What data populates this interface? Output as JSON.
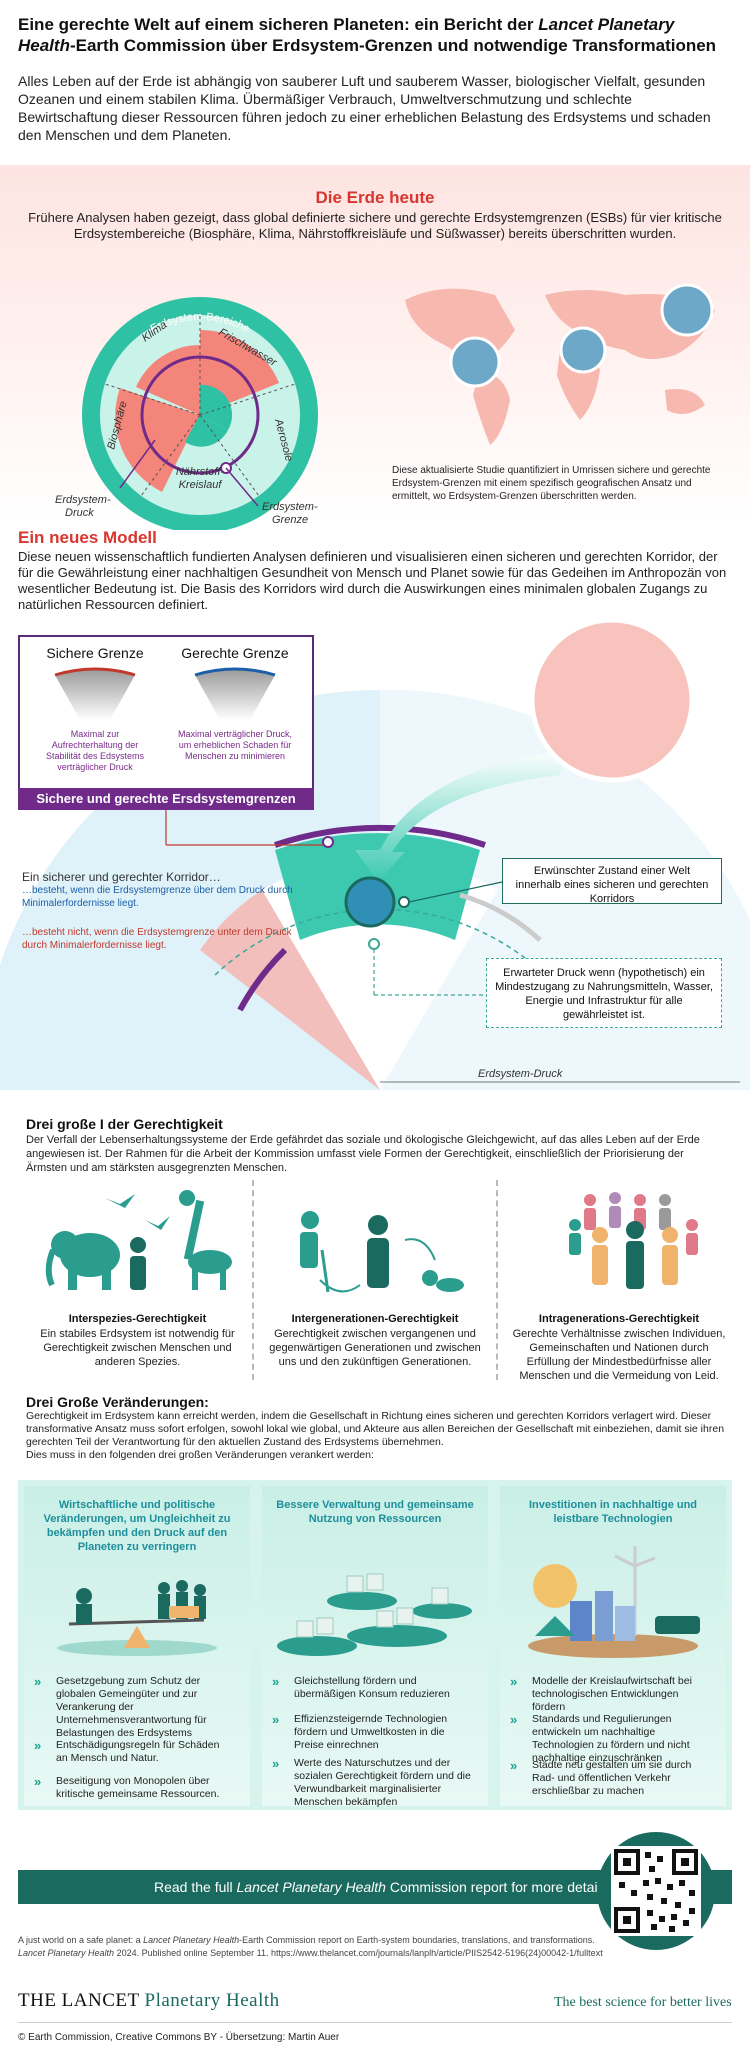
{
  "header": {
    "title_part1": "Eine gerechte Welt auf einem sicheren Planeten: ein Bericht der ",
    "title_italic": "Lancet Planetary Health",
    "title_part2": "-Earth Commission über Erdsystem-Grenzen und notwendige Transformationen",
    "intro": "Alles Leben auf der Erde ist abhängig von sauberer Luft und sauberem Wasser, biologischer Vielfalt, gesunden Ozeanen und einem stabilen Klima. Übermäßiger Verbrauch, Umweltverschmutzung und schlechte Bewirtschaftung dieser Ressourcen führen jedoch zu einer erheblichen Belastung des Erdsystems und schaden den Menschen und dem Planeten."
  },
  "earth_today": {
    "heading": "Die Erde heute",
    "text": "Frühere Analysen haben gezeigt, dass global definierte sichere und gerechte Erdsystemgrenzen (ESBs) für vier kritische Erdsystembereiche (Biosphäre, Klima, Nährstoffkreisläufe und Süßwasser) bereits überschritten wurden.",
    "wheel": {
      "ring_title": "Erdsystem-Bereiche",
      "labels": [
        "Klima",
        "Frischwasser",
        "Biosphäre",
        "Aerosole",
        "Nährstoff-",
        "Kreislauf"
      ],
      "pressure_label_1": "Erdsystem-",
      "pressure_label_2": "Druck",
      "boundary_label_1": "Erdsystem-",
      "boundary_label_2": "Grenze"
    },
    "map_caption": "Diese aktualisierte Studie quantifiziert in Umrissen sichere und gerechte Erdsystem-Grenzen mit einem spezifisch geografischen Ansatz und ermittelt, wo Erdsystem-Grenzen überschritten werden."
  },
  "new_model": {
    "heading": "Ein neues Modell",
    "text": "Diese neuen wissenschaftlich fundierten Analysen definieren und visualisieren einen sicheren und gerechten Korridor, der für die Gewährleistung einer nachhaltigen Gesundheit von Mensch und Planet sowie für das Gedeihen im Anthropozän von wesentlicher Bedeutung ist. Die Basis des Korridors wird durch die Auswirkungen eines minimalen globalen Zugangs zu natürlichen Ressourcen definiert.",
    "safe_title": "Sichere Grenze",
    "safe_desc": "Maximal zur Aufrechterhaltung der Stabilität des Edsystems verträglicher Druck",
    "just_title": "Gerechte Grenze",
    "just_desc": "Maximal verträglicher Druck, um erheblichen Schaden für Menschen zu minimieren",
    "box_footer": "Sichere und gerechte Ersdsystemgrenzen",
    "corridor_title": "Ein sicherer und gerechter Korridor…",
    "corridor_ok": "…besteht, wenn die Erdsystemgrenze über dem Druck durch Minimalerfordernisse liegt.",
    "corridor_bad": "…besteht nicht, wenn die Erdsystemgrenze unter dem Druck durch Minimalerfordernisse liegt.",
    "desired_state": "Erwünschter Zustand einer Welt innerhalb eines sicheren und gerechten Korridors",
    "expected_pressure": "Erwarteter Druck wenn (hypothetisch) ein Mindestzugang zu Nahrungsmitteln, Wasser, Energie und Infrastruktur für alle gewährleistet ist.",
    "axis_label": "Erdsystem-Druck"
  },
  "three_i": {
    "heading": "Drei große I der Gerechtigkeit",
    "text": "Der Verfall der Lebenserhaltungssysteme der Erde gefährdet das soziale und ökologische Gleichgewicht, auf das alles Leben auf der Erde angewiesen ist. Der Rahmen für die Arbeit der Kommission umfasst viele Formen der Gerechtigkeit, einschließlich der Priorisierung der Ärmsten und am stärksten ausgegrenzten Menschen.",
    "columns": [
      {
        "title": "Interspezies-Gerechtigkeit",
        "text": "Ein stabiles Erdsystem ist notwendig für Gerechtigkeit zwischen Menschen und anderen Spezies."
      },
      {
        "title": "Intergenerationen-Gerechtigkeit",
        "text": "Gerechtigkeit zwischen vergangenen und gegenwärtigen Generationen und zwischen uns und den zukünftigen Generationen."
      },
      {
        "title": "Intragenerations-Gerechtigkeit",
        "text": "Gerechte Verhältnisse zwischen Individuen, Gemeinschaften und Nationen durch Erfüllung der Mindestbedürfnisse aller Menschen und die Vermeidung von Leid."
      }
    ]
  },
  "three_changes": {
    "heading": "Drei Große Veränderungen:",
    "text": "Gerechtigkeit im Erdsystem kann erreicht werden, indem die Gesellschaft in Richtung eines sicheren und gerechten Korridors verlagert wird. Dieser transformative Ansatz muss sofort erfolgen, sowohl lokal wie global, und Akteure aus allen Bereichen der Gesellschaft mit einbeziehen, damit sie ihren gerechten Teil der Verantwortung für den aktuellen Zustand des Erdsystems übernehmen.",
    "text2": "Dies muss in den folgenden drei großen Veränderungen verankert werden:",
    "panels": [
      {
        "title": "Wirtschaftliche und politische Veränderungen, um Ungleichheit zu bekämpfen und den Druck auf den Planeten zu verringern",
        "bullets": [
          "Gesetzgebung zum Schutz der globalen Gemeingüter und zur Verankerung der Unternehmensverantwortung für Belastungen des Erdsystems",
          "Entschädigungsregeln für Schäden an Mensch und Natur.",
          "Beseitigung von Monopolen über kritische gemeinsame Ressourcen."
        ]
      },
      {
        "title": "Bessere Verwaltung und gemeinsame Nutzung von Ressourcen",
        "bullets": [
          "Gleichstellung fördern und übermäßigen Konsum reduzieren",
          "Effizienzsteigernde Technologien fördern und Umweltkosten in die Preise einrechnen",
          "Werte des Naturschutzes und der sozialen Gerechtigkeit fördern und die Verwundbarkeit marginalisierter Menschen bekämpfen"
        ]
      },
      {
        "title": "Investitionen in nachhaltige und leistbare Technologien",
        "bullets": [
          "Modelle der Kreislaufwirtschaft bei technologischen Entwicklungen fördern",
          "Standards und Regulierungen entwickeln um nachhaltige Technologien zu fördern und nicht nachhaltige einzuschränken",
          "Städte neu gestalten um sie durch Rad- und öffentlichen Verkehr erschließbar zu machen"
        ]
      }
    ]
  },
  "footer": {
    "banner_prefix": "Read the full ",
    "banner_italic": "Lancet Planetary Health",
    "banner_suffix": " Commission report for more details",
    "citation_line1_prefix": "A just world on a safe planet: a ",
    "citation_line1_italic": "Lancet Planetary Health",
    "citation_line1_suffix": "-Earth Commission report on Earth-system boundaries, translations, and transformations.",
    "citation_line2_italic": "Lancet Planetary Health",
    "citation_line2_suffix": " 2024. Published online September 11. https://www.thelancet.com/journals/lanplh/article/PIIS2542-5196(24)00042-1/fulltext",
    "logo_main": "THE LANCET ",
    "logo_sub": "Planetary Health",
    "tagline": "The best science for better lives",
    "copyright": "© Earth Commission, Creative Commons BY - Übersetzung: Martin Auer"
  },
  "colors": {
    "red": "#d8362f",
    "teal": "#3cc9b0",
    "dark_teal": "#1a6a60",
    "purple": "#6f2a8a",
    "salmon": "#f4857a"
  }
}
